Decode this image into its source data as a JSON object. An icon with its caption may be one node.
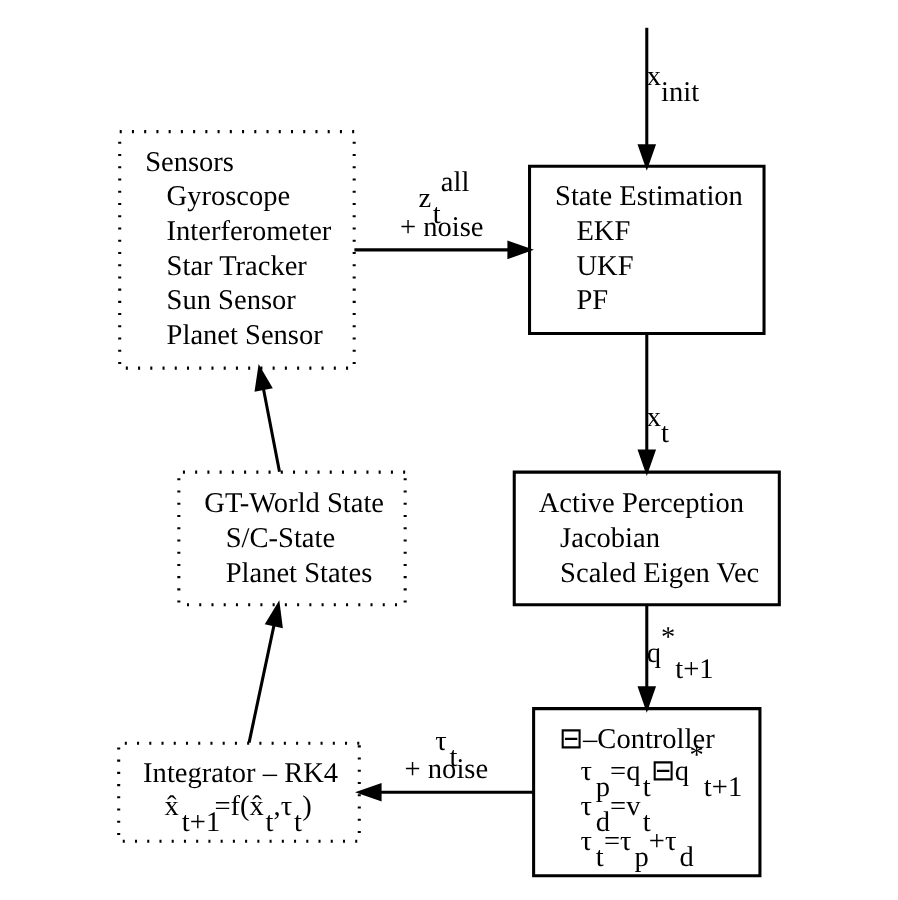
{
  "diagram": {
    "nodes": [
      {
        "text": [
          "Sensors",
          "Gyroscope",
          "Interferometer",
          "Star Tracker",
          "Sun Sensor",
          "Planet Sensor"
        ]
      },
      {
        "text": [
          "State Estimation",
          "EKF",
          "UKF",
          "PF"
        ]
      },
      {
        "text": [
          "GT-World State",
          "S/C-State",
          "Planet States"
        ]
      },
      {
        "text": [
          "Active Perception",
          "Jacobian",
          "Scaled Eigen Vec"
        ]
      },
      {
        "text": [
          "Integrator – RK4",
          "x̂$_{t+1}$=f(x̂$_{t}$,τ$_{t}$)"
        ]
      },
      {
        "text": [
          "⊟–Controller",
          "τ$_{p}$=q$_{t}$⊟q$^{*}$$_{t+1}$",
          "τ$_{d}$=v$_{t}$",
          "τ$_{t}$=τ$_{p}$+τ$_{d}$"
        ]
      }
    ],
    "edges": [
      {
        "from": null,
        "to": 1,
        "arrow": "to",
        "label": "x$_{init}$"
      },
      {
        "from": 0,
        "to": 1,
        "arrow": "to",
        "label": "z$_{t}$$^{all}$ + noise"
      },
      {
        "from": 1,
        "to": 3,
        "arrow": "to",
        "label": "x$_{t}$"
      },
      {
        "from": 3,
        "to": 5,
        "arrow": "to",
        "label": "q$^{*}$$_{t+1}$"
      },
      {
        "from": 5,
        "to": 4,
        "arrow": "to",
        "label": "τ$_{t}$ + noise"
      },
      {
        "from": 4,
        "to": 2,
        "arrow": "to"
      },
      {
        "from": 2,
        "to": 0,
        "arrow": "to"
      }
    ]
  }
}
